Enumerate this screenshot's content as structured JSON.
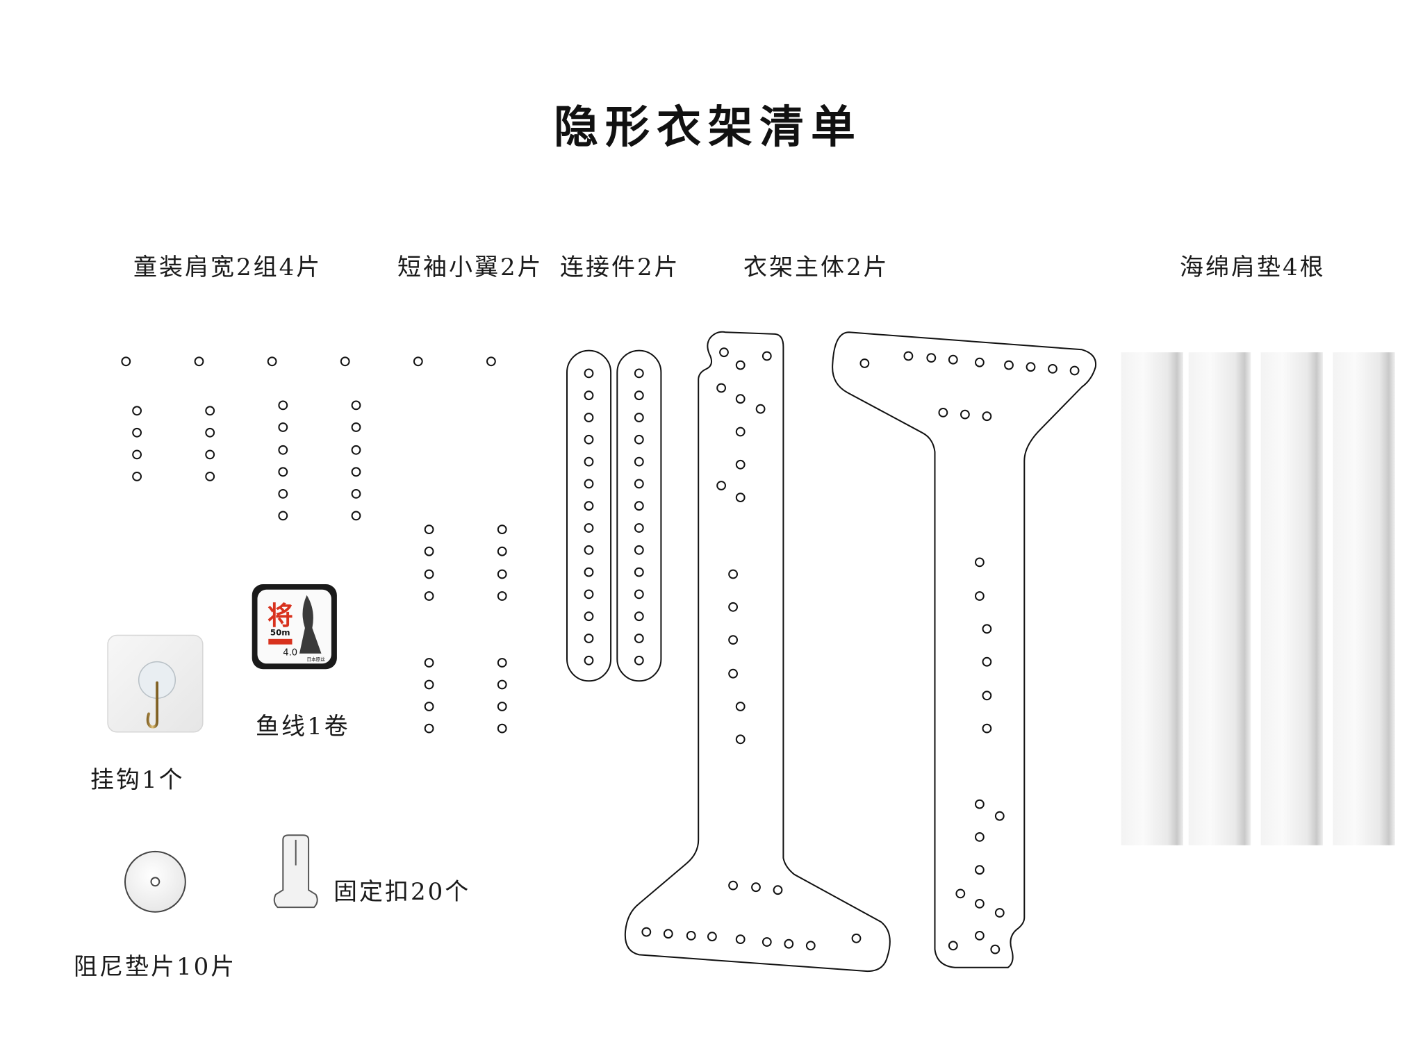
{
  "title": "隐形衣架清单",
  "labels": {
    "kids_shoulder": "童装肩宽2组4片",
    "short_sleeve_wing": "短袖小翼2片",
    "connector": "连接件2片",
    "hanger_body": "衣架主体2片",
    "sponge_pad": "海绵肩垫4根",
    "fishing_line": "鱼线1卷",
    "hook": "挂钩1个",
    "damping_washer": "阻尼垫片10片",
    "fix_buckle": "固定扣20个"
  },
  "spool": {
    "brand_char": "将",
    "length": "50m",
    "size": "4.0",
    "maker": "日本原丝"
  },
  "colors": {
    "outline": "#111111",
    "spool_red": "#d8321e",
    "sponge_shade": "#c9c9c9"
  }
}
